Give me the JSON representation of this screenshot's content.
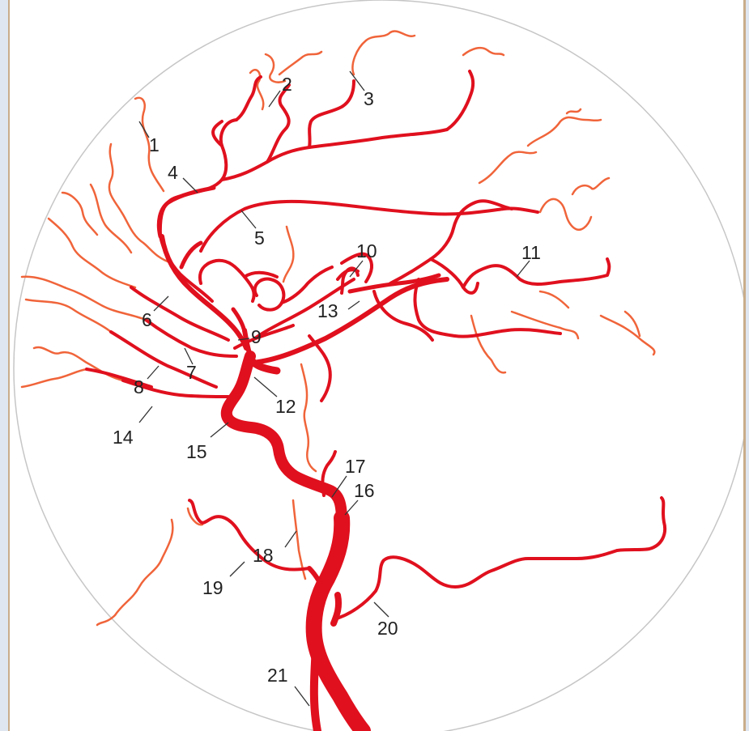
{
  "colors": {
    "artery": "#e0101e",
    "artery_fine": "#f0643a",
    "leader": "#333333",
    "circle": "#c6c6c6",
    "frame_border": "#c9ad8a",
    "page_bg": "#dfe6f0"
  },
  "labels": [
    "1",
    "2",
    "3",
    "4",
    "5",
    "6",
    "7",
    "8",
    "9",
    "10",
    "11",
    "12",
    "13",
    "14",
    "15",
    "16",
    "17",
    "18",
    "19",
    "20",
    "21"
  ]
}
